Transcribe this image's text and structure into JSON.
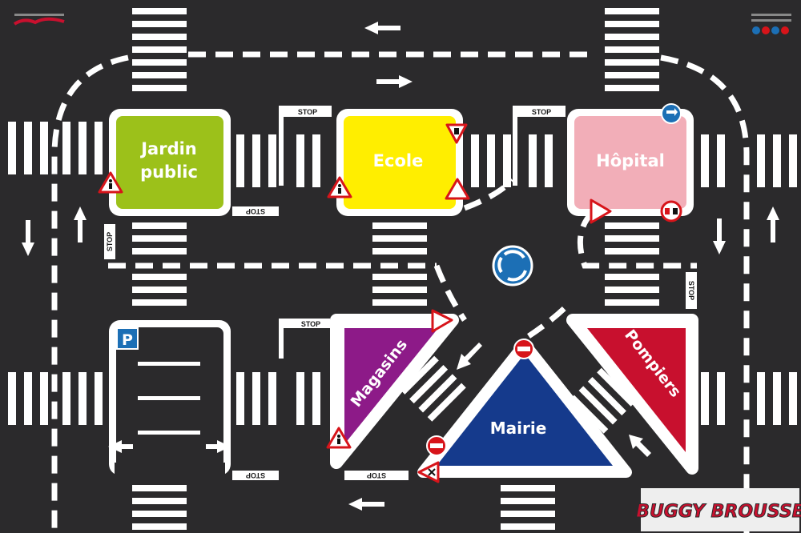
{
  "zones": {
    "jardin": {
      "line1": "Jardin",
      "line2": "public",
      "color": "#9cc11a"
    },
    "ecole": {
      "label": "Ecole",
      "color": "#ffee00"
    },
    "hopital": {
      "label": "Hôpital",
      "color": "#f2aeb8"
    },
    "magasins": {
      "label": "Magasins",
      "color": "#8d1a88"
    },
    "mairie": {
      "label": "Mairie",
      "color": "#153a8c"
    },
    "pompiers": {
      "label": "Pompiers",
      "color": "#c8102e"
    },
    "parking": {
      "sign": "P",
      "color": "#1c6fb5"
    }
  },
  "stop_label": "STOP",
  "brand": {
    "name": "BUGGY BROUSSE",
    "color": "#c8102e"
  },
  "colors": {
    "asphalt": "#2b2a2c",
    "marking": "#ffffff",
    "sign_red": "#d7141a",
    "sign_blue": "#1c6fb5"
  }
}
